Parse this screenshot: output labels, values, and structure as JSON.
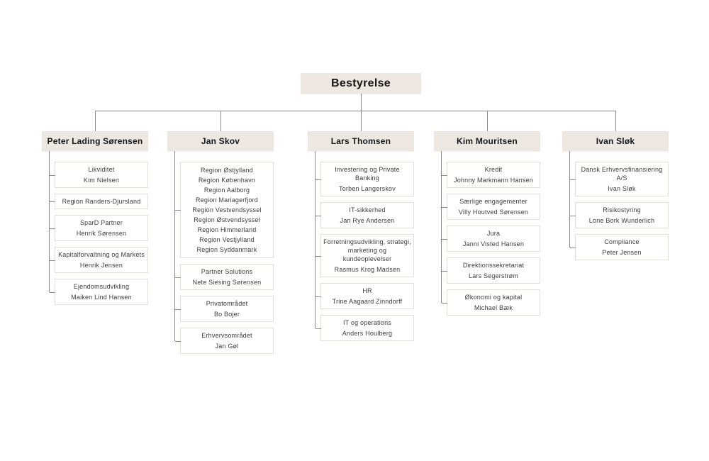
{
  "root": {
    "label": "Bestyrelse"
  },
  "colors": {
    "background": "#ffffff",
    "node_header_bg": "#ece8e1",
    "node_box_bg": "#ffffff",
    "node_box_border": "#e2dfda",
    "connector_line": "#8a8a8a",
    "text": "#171717"
  },
  "columns": [
    {
      "head": "Peter Lading Sørensen",
      "children": [
        {
          "lines": [
            "Likviditet",
            "Kim Nielsen"
          ]
        },
        {
          "lines": [
            "Region Randers-Djursland"
          ]
        },
        {
          "lines": [
            "SparD Partner",
            "Henrik Sørensen"
          ]
        },
        {
          "lines": [
            "Kapitalforvaltning og Markets",
            "Henrik Jensen"
          ]
        },
        {
          "lines": [
            "Ejendomsudvikling",
            "Maiken Lind Hansen"
          ]
        }
      ]
    },
    {
      "head": "Jan Skov",
      "children": [
        {
          "list": true,
          "lines": [
            "Region Østjylland",
            "Region København",
            "Region Aalborg",
            "Region Mariagerfjord",
            "Region Vestvendsyssel",
            "Region Østvendsyssel",
            "Region Himmerland",
            "Region Vestjylland",
            "Region Syddanmark"
          ]
        },
        {
          "lines": [
            "Partner Solutions",
            "Nete Siesing Sørensen"
          ]
        },
        {
          "lines": [
            "Privatområdet",
            "Bo Bojer"
          ]
        },
        {
          "lines": [
            "Erhvervsområdet",
            "Jan Gøl"
          ]
        }
      ]
    },
    {
      "head": "Lars Thomsen",
      "children": [
        {
          "lines": [
            "Investering og Private Banking",
            "Torben Langerskov"
          ]
        },
        {
          "lines": [
            "IT-sikkerhed",
            "Jan Rye Andersen"
          ]
        },
        {
          "lines": [
            "Forretningsudvikling, strategi,",
            "marketing og kundeoplevelser",
            "Rasmus Krog Madsen"
          ]
        },
        {
          "lines": [
            "HR",
            "Trine Aagaard Zinndorff"
          ]
        },
        {
          "lines": [
            "IT og operations",
            "Anders Houlberg"
          ]
        }
      ]
    },
    {
      "head": "Kim Mouritsen",
      "children": [
        {
          "lines": [
            "Kredit",
            "Johnny Markmann Hansen"
          ]
        },
        {
          "lines": [
            "Særlige engagementer",
            "Villy Houtved Sørensen"
          ]
        },
        {
          "lines": [
            "Jura",
            "Janni Visted Hansen"
          ]
        },
        {
          "lines": [
            "Direktionssekretariat",
            "Lars Segerstrøm"
          ]
        },
        {
          "lines": [
            "Økonomi og kapital",
            "Michael Bæk"
          ]
        }
      ]
    },
    {
      "head": "Ivan Sløk",
      "children": [
        {
          "lines": [
            "Dansk Erhvervsfinansiering A/S",
            "Ivan Sløk"
          ]
        },
        {
          "lines": [
            "Risikostyring",
            "Lone Bork Wunderlich"
          ]
        },
        {
          "lines": [
            "Compliance",
            "Peter Jensen"
          ]
        }
      ]
    }
  ]
}
